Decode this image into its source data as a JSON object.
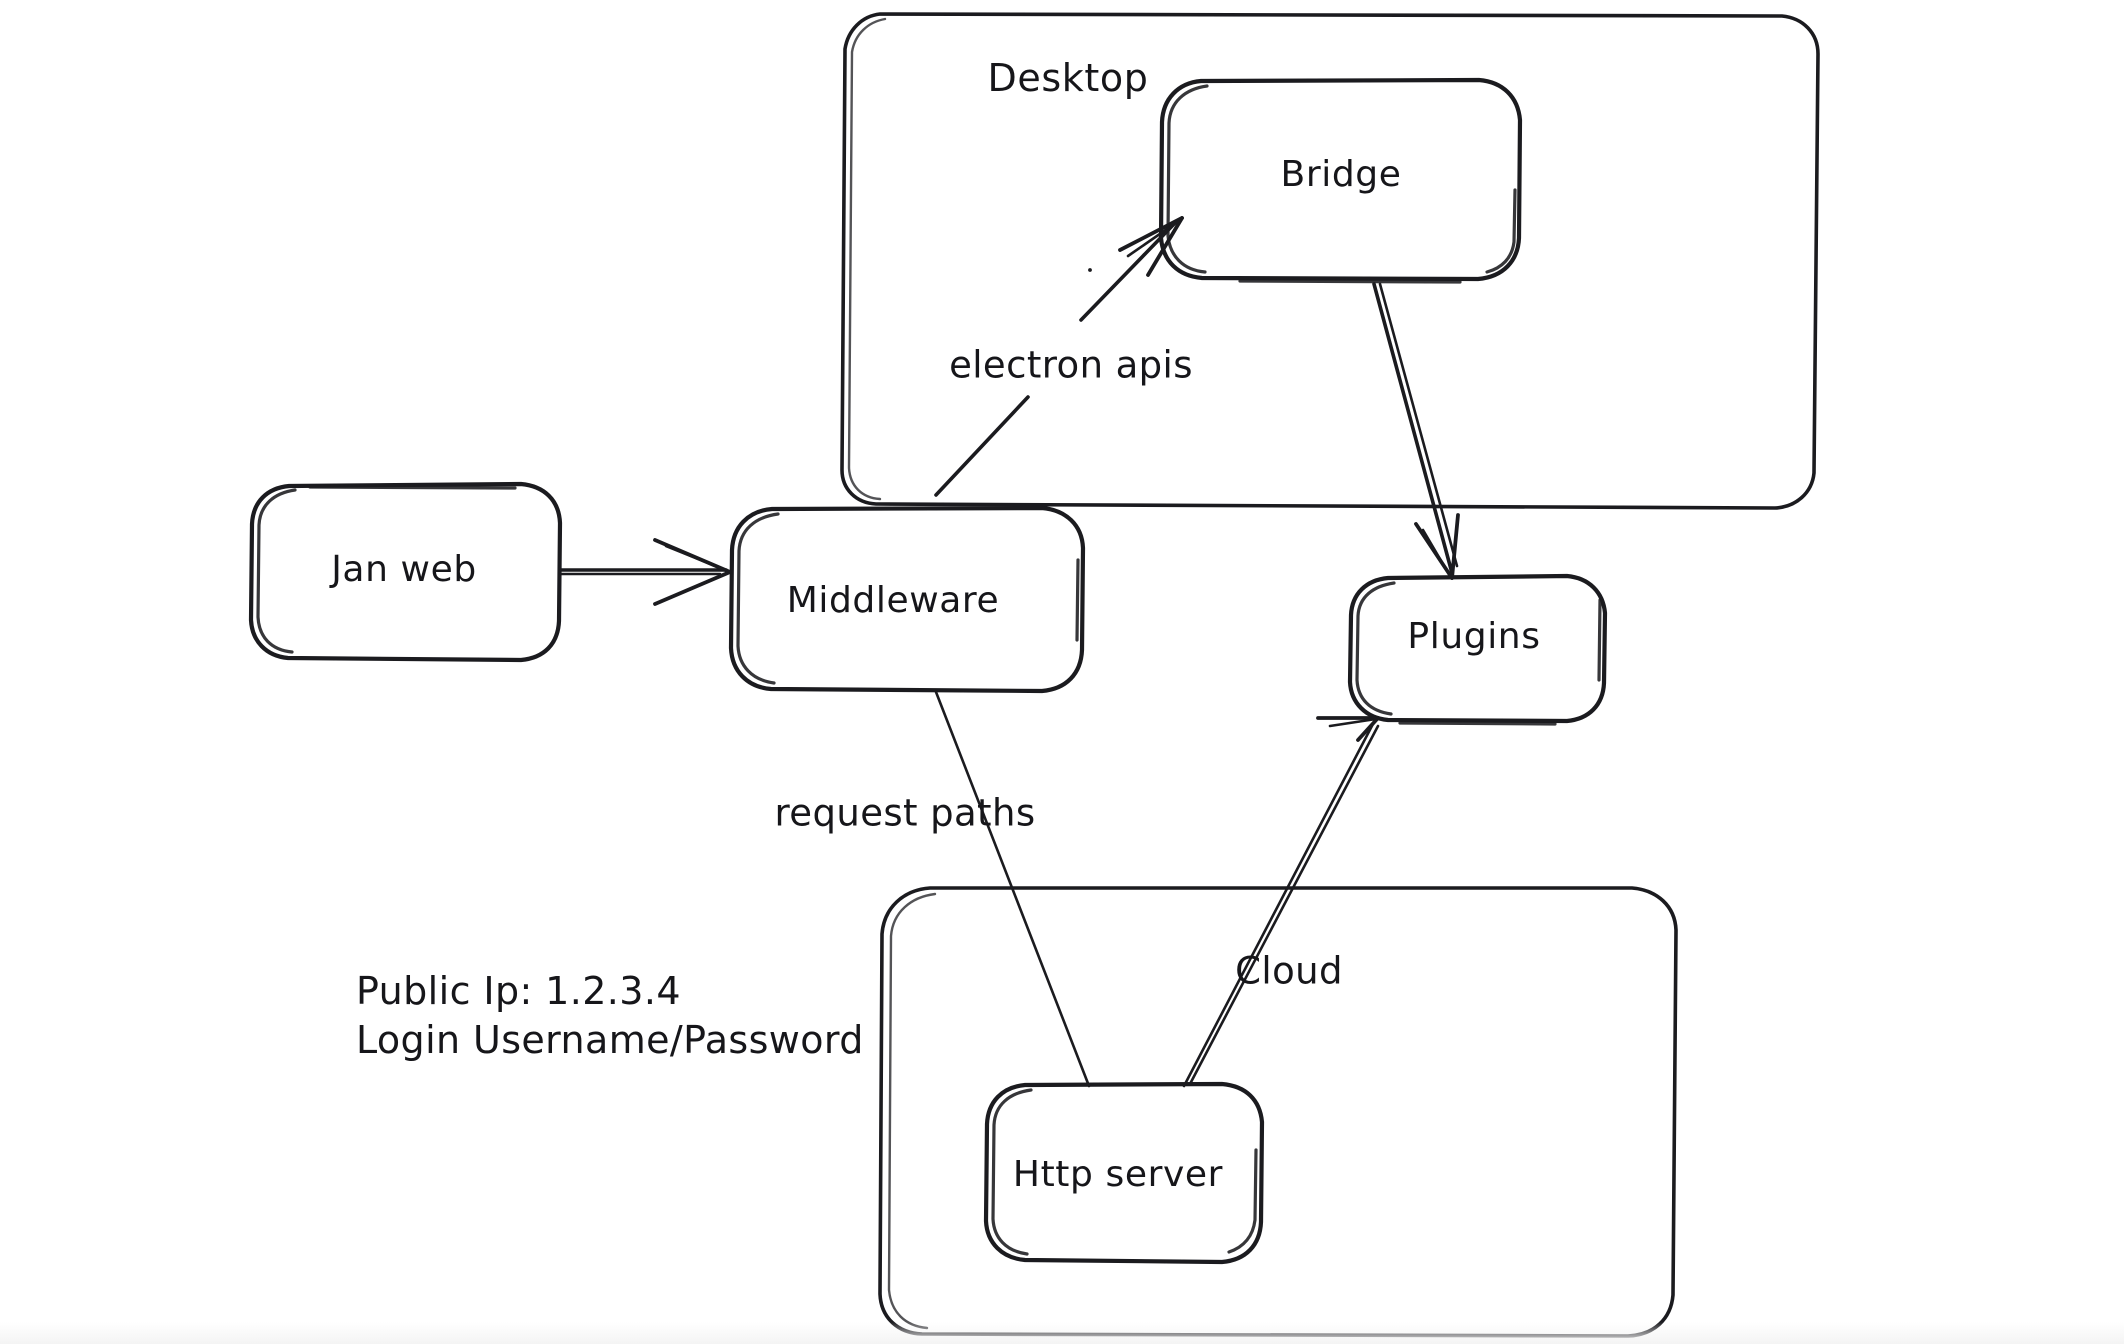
{
  "diagram": {
    "title": "Jan application architecture sketch",
    "style": "hand-drawn whiteboard",
    "background_color": "#ffffff",
    "stroke_color": "#1b1b1f",
    "containers": [
      {
        "id": "desktop",
        "label": "Desktop"
      },
      {
        "id": "cloud-group",
        "label": ""
      }
    ],
    "nodes": [
      {
        "id": "jan-web",
        "label": "Jan web"
      },
      {
        "id": "middleware",
        "label": "Middleware"
      },
      {
        "id": "bridge",
        "label": "Bridge"
      },
      {
        "id": "plugins",
        "label": "Plugins"
      },
      {
        "id": "http-server",
        "label": "Http server"
      }
    ],
    "edges": [
      {
        "id": "jan-web-to-middleware",
        "from": "jan-web",
        "to": "middleware",
        "label": "",
        "arrow": "end"
      },
      {
        "id": "middleware-to-bridge",
        "from": "middleware",
        "to": "bridge",
        "label": "electron apis",
        "arrow": "end"
      },
      {
        "id": "bridge-to-plugins",
        "from": "bridge",
        "to": "plugins",
        "label": "",
        "arrow": "end"
      },
      {
        "id": "middleware-to-http-server",
        "from": "middleware",
        "to": "http-server",
        "label": "request paths",
        "arrow": "none"
      },
      {
        "id": "http-server-to-plugins",
        "from": "http-server",
        "to": "plugins",
        "label": "Cloud",
        "arrow": "end"
      }
    ],
    "notes": [
      {
        "id": "public-ip-note",
        "line1": "Public Ip: 1.2.3.4",
        "line2": "Login Username/Password"
      }
    ]
  }
}
